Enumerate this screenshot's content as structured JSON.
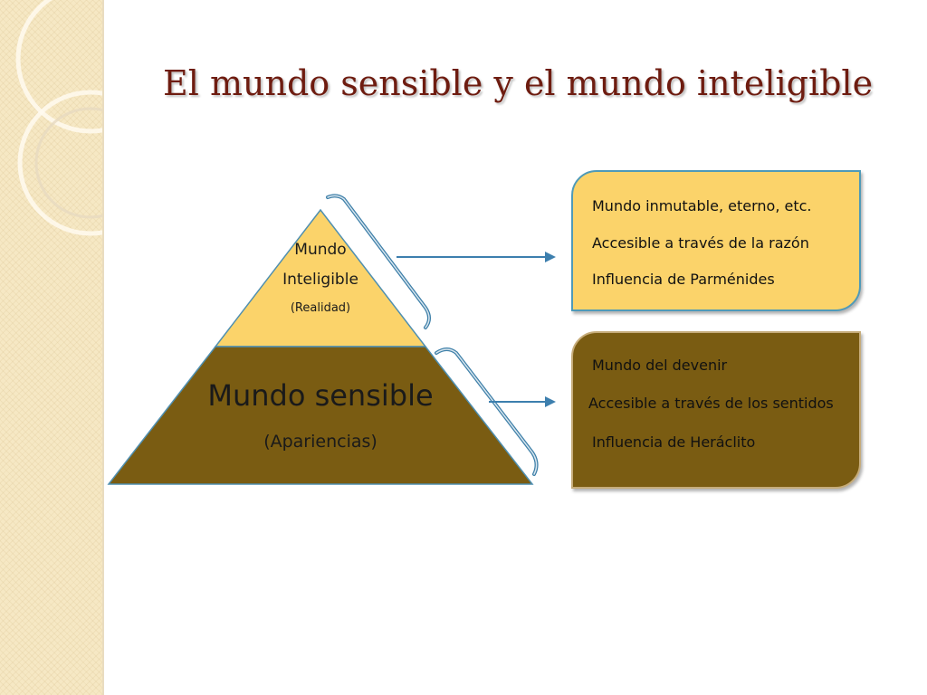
{
  "slide": {
    "title": "El mundo sensible y el mundo inteligible"
  },
  "pyramid": {
    "top": {
      "line1": "Mundo",
      "line2": "Inteligible",
      "note": "(Realidad)"
    },
    "bottom": {
      "title": "Mundo sensible",
      "note": "(Apariencias)"
    }
  },
  "boxes": {
    "top": {
      "items": [
        "Mundo inmutable, eterno, etc.",
        "Accesible a través de la razón",
        "Influencia de Parménides"
      ]
    },
    "bottom": {
      "items": [
        "Mundo del devenir",
        "Accesible a través de los sentidos",
        "Influencia de Heráclito"
      ]
    }
  },
  "colors": {
    "title": "#6e1c10",
    "pyramid_top": "#fbd36a",
    "pyramid_bottom": "#7a5c12",
    "bracket": "#4f8fb0",
    "arrow": "#3d7fae",
    "sidebar": "#f6e8c4"
  }
}
